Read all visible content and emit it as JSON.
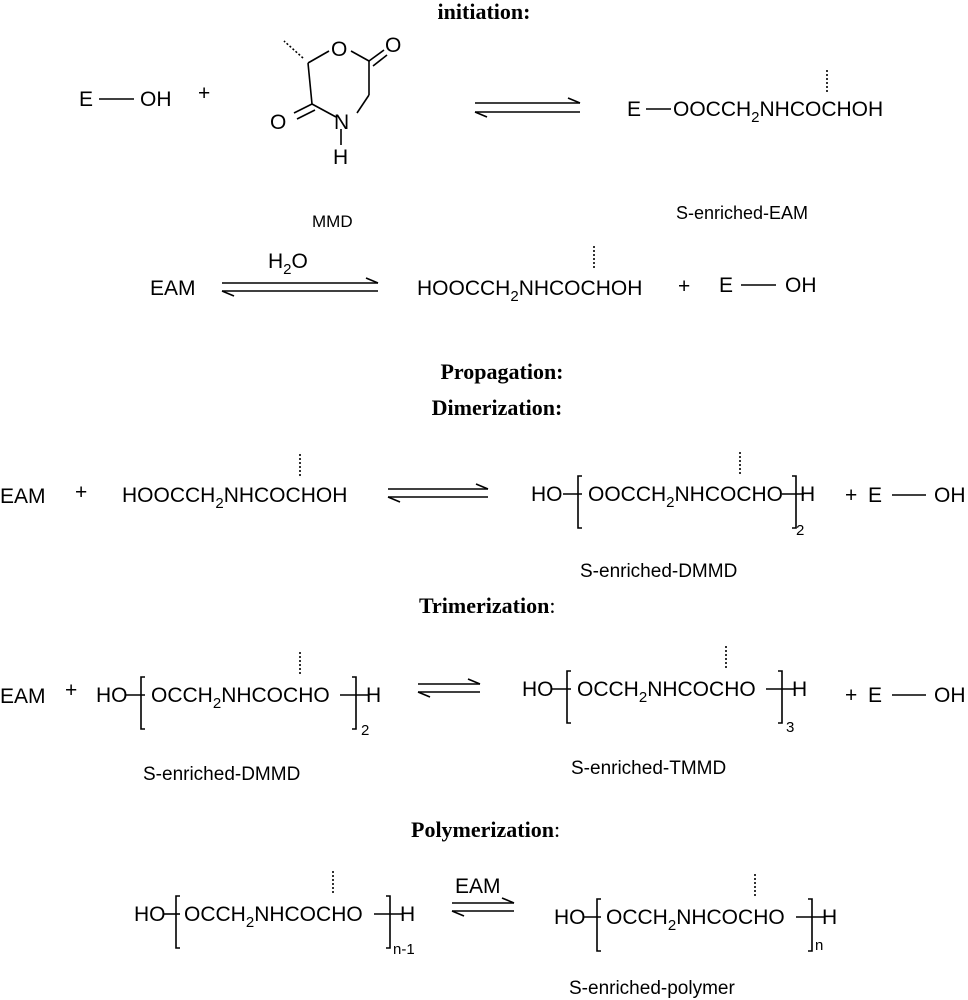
{
  "headings": {
    "initiation": "initiation:",
    "propagation": "Propagation:",
    "dimerization": "Dimerization:",
    "trimerization": "Trimerization",
    "polymerization": "Polymerization",
    "colon": ":"
  },
  "initiation": {
    "reactant1": "E",
    "reactant1_oh": "OH",
    "plus": "+",
    "ring_atoms": {
      "o_ring": "O",
      "o_top": "O",
      "o_left": "O",
      "n": "N",
      "h": "H"
    },
    "ring_label": "MMD",
    "product_prefix": "E",
    "product_label": "S-enriched-EAM"
  },
  "hydrolysis": {
    "reactant": "EAM",
    "reagent_h": "H",
    "reagent_sub": "2",
    "reagent_o": "O",
    "product_plus": "+",
    "product_e": "E",
    "product_oh": "OH"
  },
  "fragments": {
    "hooc": "HOOCCH",
    "ooc": "OOCCH",
    "occ": "OCCH",
    "h2_sub": "2",
    "nhcoc": "NHCOC",
    "hoh": "HOH",
    "ho_tail": "HO",
    "ho_head": "HO",
    "h_end": "H"
  },
  "dimerization": {
    "reactant": "EAM",
    "plus": "+",
    "repeat_sub": "2",
    "product_label": "S-enriched-DMMD",
    "by_plus": "+",
    "by_e": "E",
    "by_oh": "OH"
  },
  "trimerization": {
    "reactant": "EAM",
    "plus": "+",
    "reactant_sub": "2",
    "reactant_label": "S-enriched-DMMD",
    "product_sub": "3",
    "product_label": "S-enriched-TMMD",
    "by_plus": "+",
    "by_e": "E",
    "by_oh": "OH"
  },
  "polymerization": {
    "reactant_sub": "n-1",
    "reagent": "EAM",
    "product_sub": "n",
    "product_label": "S-enriched-polymer"
  }
}
